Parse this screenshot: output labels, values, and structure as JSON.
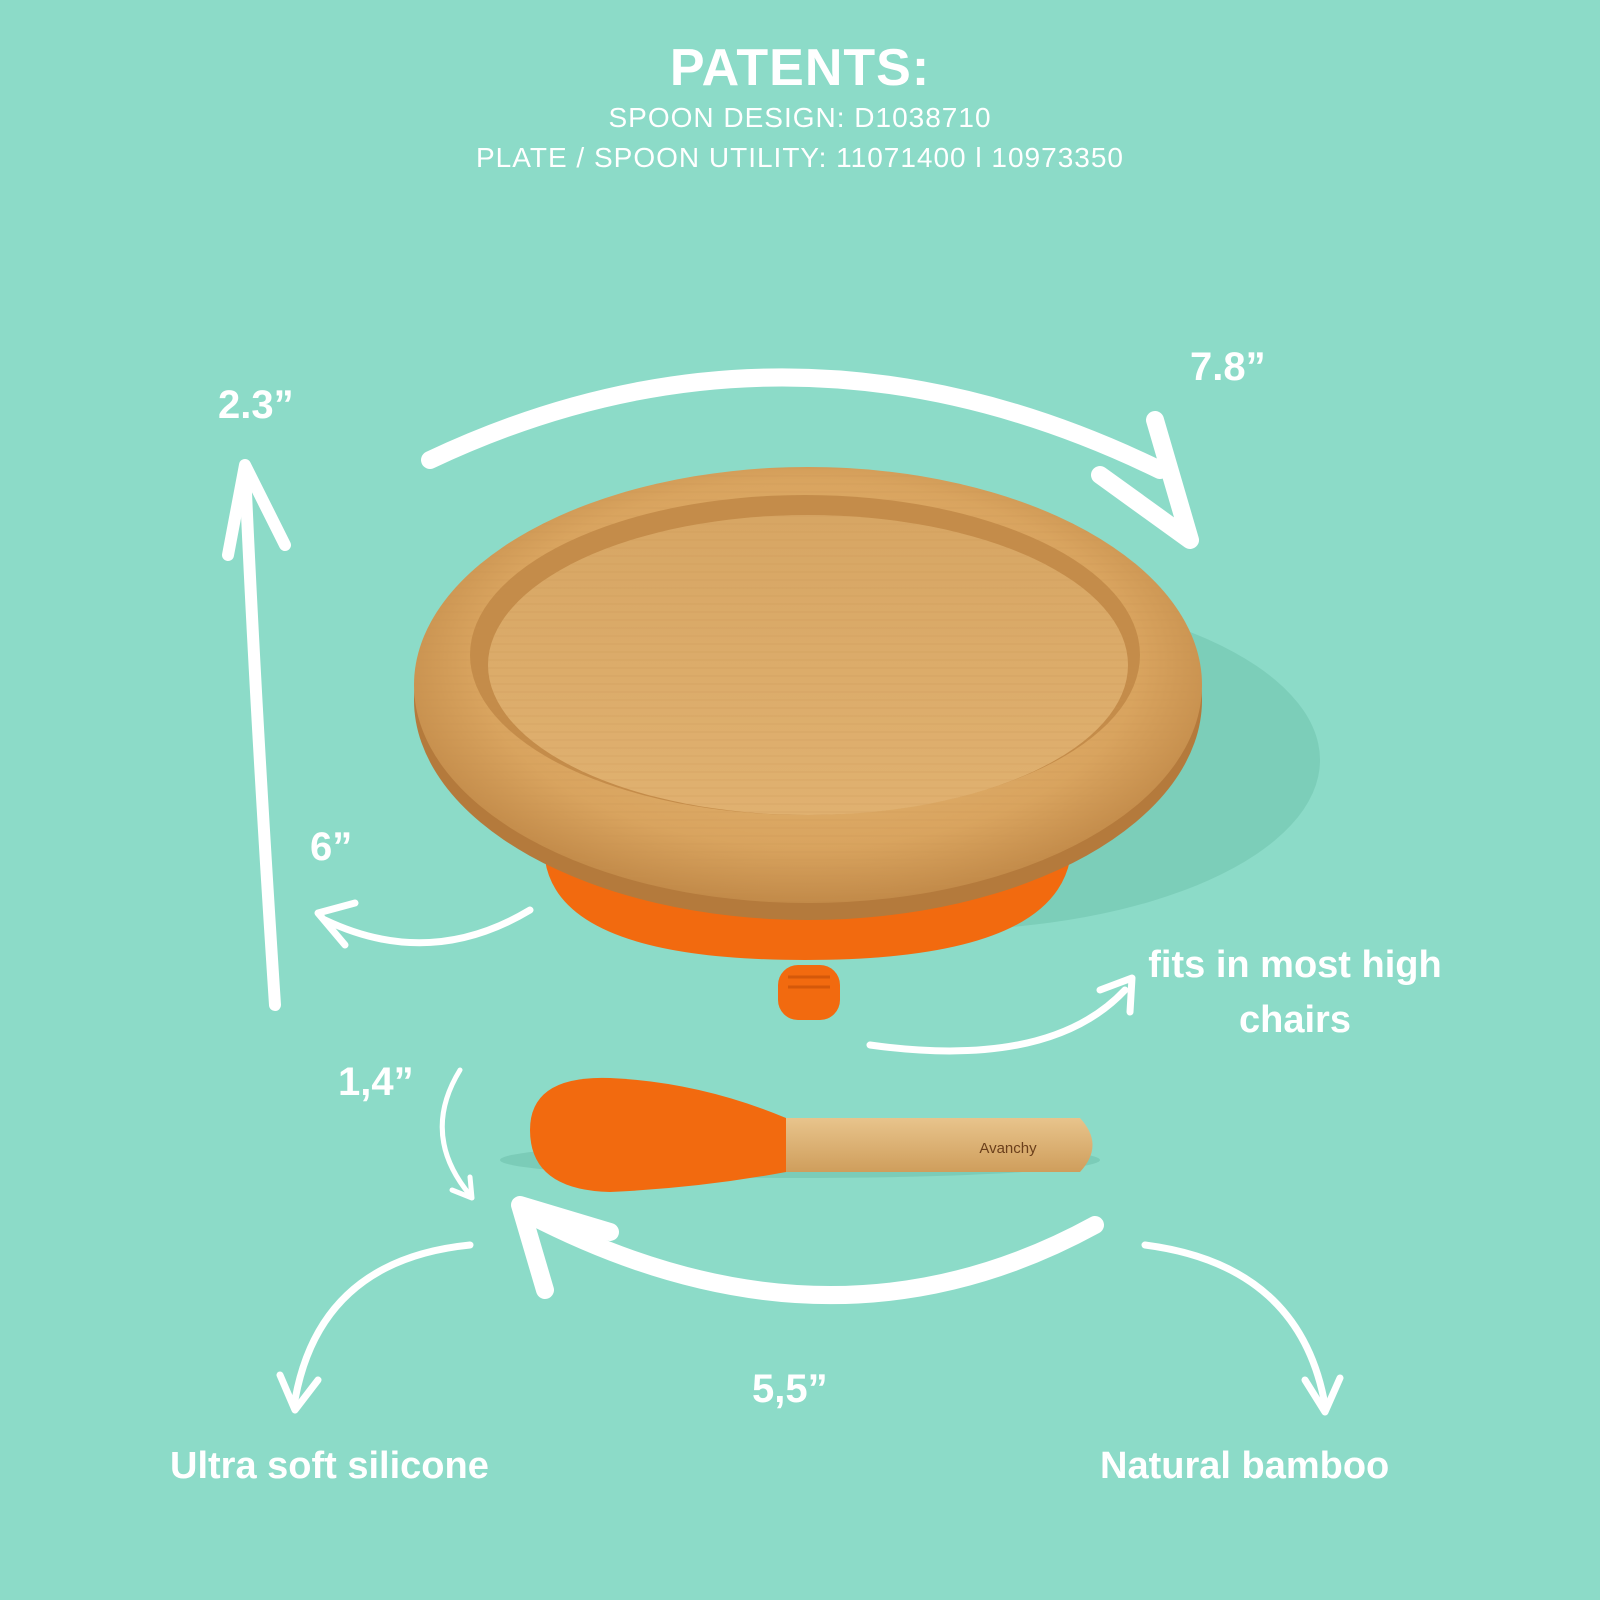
{
  "patents": {
    "title": "PATENTS:",
    "spoon_design": "SPOON  DESIGN:  D1038710",
    "utility": "PLATE /  SPOON  UTILITY: 11071400 l 10973350"
  },
  "dimensions": {
    "plate_height": "2.3”",
    "plate_width": "7.8”",
    "plate_base": "6”",
    "spoon_height": "1,4”",
    "spoon_length": "5,5”"
  },
  "callouts": {
    "high_chairs": "fits in most high chairs",
    "silicone": "Ultra soft silicone",
    "bamboo": "Natural bamboo"
  },
  "brand": {
    "spoon_logo_text": "Avanchy"
  },
  "colors": {
    "background": "#8cdbc8",
    "bamboo": "#d6a25e",
    "silicone": "#f26a0f",
    "annotation": "#ffffff"
  }
}
